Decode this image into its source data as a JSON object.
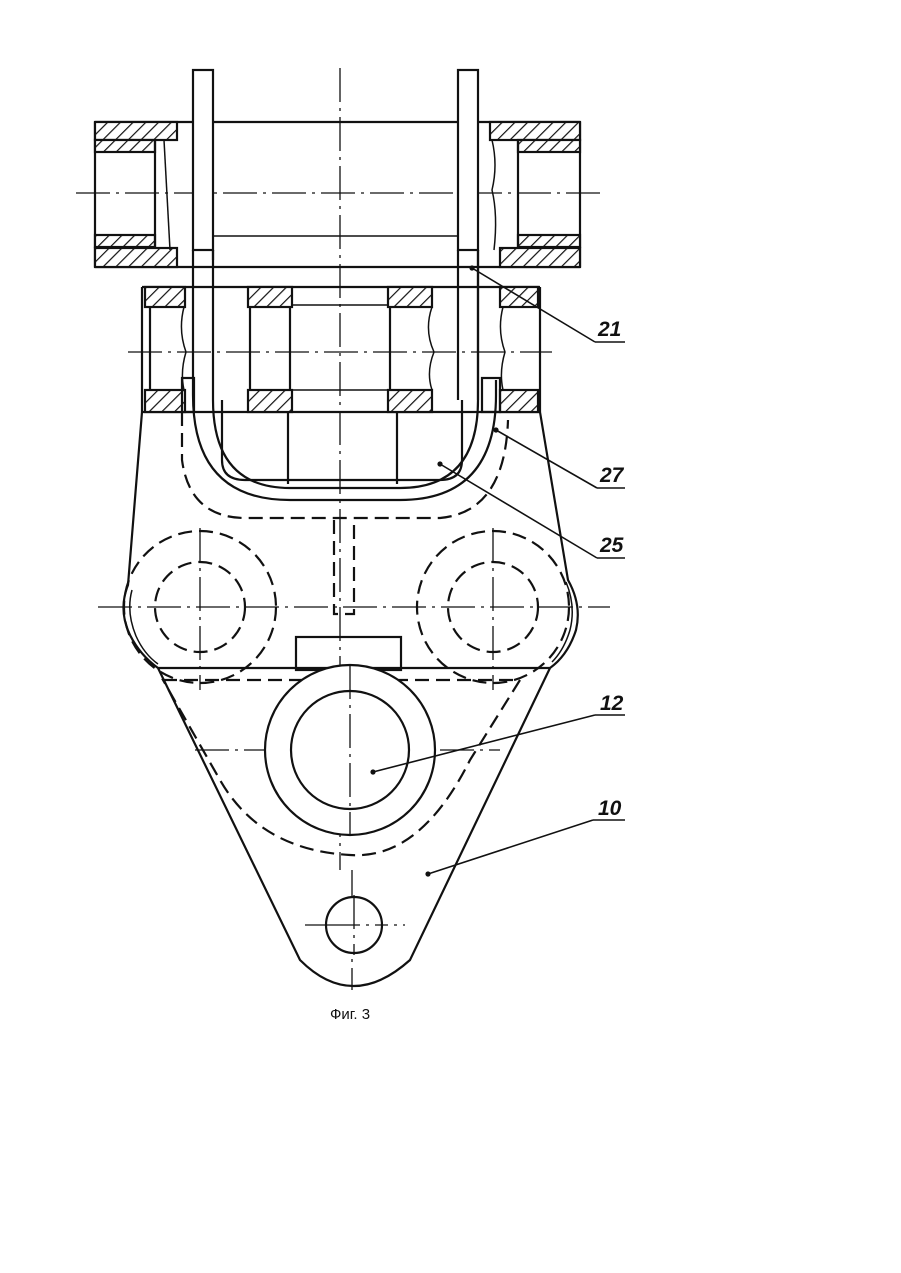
{
  "figure": {
    "caption": "Фиг. 3",
    "callouts": [
      {
        "id": "21",
        "label": "21"
      },
      {
        "id": "27",
        "label": "27"
      },
      {
        "id": "25",
        "label": "25"
      },
      {
        "id": "12",
        "label": "12"
      },
      {
        "id": "10",
        "label": "10"
      }
    ]
  }
}
